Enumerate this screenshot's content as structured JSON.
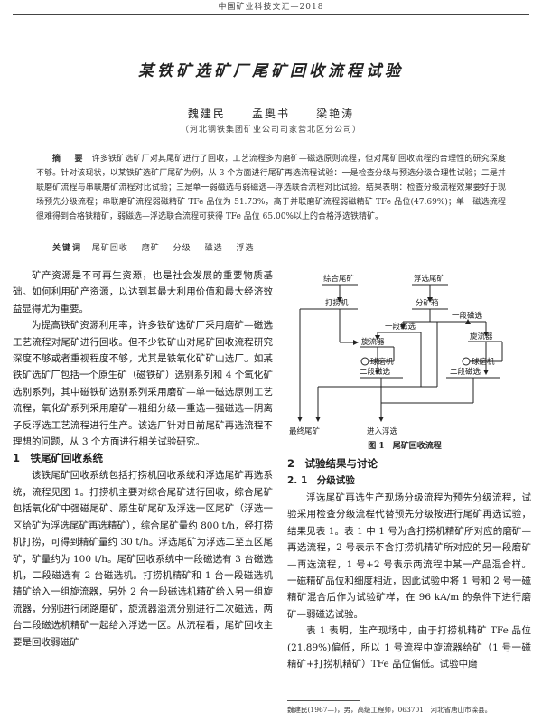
{
  "running_head": "中国矿业科技文汇—2018",
  "title": "某铁矿选矿厂尾矿回收流程试验",
  "authors": [
    "魏建民",
    "孟奥书",
    "梁艳涛"
  ],
  "affiliation": "（河北钢铁集团矿业公司司家营北区分公司）",
  "abstract": {
    "label": "摘 要",
    "text": "许多铁矿选矿厂对其尾矿进行了回收，工艺流程多为磨矿—磁选原则流程，但对尾矿回收流程的合理性的研究深度不够。针对该现状，以某铁矿选矿厂尾矿为例，从 3 个方面进行尾矿再选流程试验：一是检查分级与预选分级合理性试验；二是并联磨矿流程与串联磨矿流程对比试验；三是单一弱磁选与弱磁选—浮选联合流程对比试验。结果表明：检查分级流程效果要好于现场预先分级流程；串联磨矿流程弱磁精矿 TFe 品位为 51.73%，高于并联磨矿流程弱磁精矿 TFe 品位(47.69%)；单一磁选流程很难得到合格铁精矿，弱磁选—浮选联合流程可获得 TFe 品位 65.00%以上的合格浮选铁精矿。"
  },
  "keywords": {
    "label": "关键词",
    "items": [
      "尾矿回收",
      "磨矿",
      "分级",
      "磁选",
      "浮选"
    ]
  },
  "left_column": {
    "intro_p1": "矿产资源是不可再生资源，也是社会发展的重要物质基础。如何利用矿产资源，以达到其最大利用价值和最大经济效益显得尤为重要。",
    "intro_p2": "为提高铁矿资源利用率，许多铁矿选矿厂采用磨矿—磁选工艺流程对尾矿进行回收。但不少铁矿山对尾矿回收流程研究深度不够或者重视程度不够，尤其是铁氧化矿矿山选厂。如某铁矿选矿厂包括一个原生矿（磁铁矿）选别系列和 4 个氧化矿选别系列，其中磁铁矿选别系列采用磨矿—单一磁选原则工艺流程，氧化矿系列采用磨矿—粗细分级—重选—强磁选—阴离子反浮选工艺流程进行生产。该选厂针对目前尾矿再选流程不理想的问题，从 3 个方面进行相关试验研究。",
    "sec1_heading": "1　铁尾矿回收系统",
    "sec1_p1": "该铁尾矿回收系统包括打捞机回收系统和浮选尾矿再选系统，流程见图 1。打捞机主要对综合尾矿进行回收，综合尾矿包括氧化矿中强磁尾矿、原生矿尾矿及浮选一区尾矿（浮选一区给矿为浮选尾矿再选精矿），综合尾矿量约 800 t/h，经打捞机打捞，可得到精矿量约 30 t/h。浮选尾矿为浮选二至五区尾矿，矿量约为 100 t/h。尾矿回收系统中一段磁选有 3 台磁选机，二段磁选有 2 台磁选机。打捞机精矿和 1 台一段磁选机精矿给入一组旋流器，另外 2 台一段磁选机精矿给入另一组旋流器，分别进行闭路磨矿，旋流器溢流分别进行二次磁选，两台二段磁选机精矿一起给入浮选一区。从流程看，尾矿回收主要是回收弱磁矿"
  },
  "right_column": {
    "sec2_heading": "2　试验结果与讨论",
    "sec21_heading": "2. 1　分级试验",
    "sec21_p1": "浮选尾矿再选生产现场分级流程为预先分级流程，试验采用检查分级流程代替预先分级按进行尾矿再选试验，结果见表 1。表 1 中 1 号为含打捞机精矿所对应的磨矿—再选流程，2 号表示不含打捞机精矿所对应的另一段磨矿—再选流程，1 号+2 号表示两流程中某一产品混合样。一磁精矿品位和细度相近，因此试验中将 1 号和 2 号一磁精矿混合后作为试验矿样，在 96 kA/m 的条件下进行磨矿—弱磁选试验。",
    "sec21_p2": "表 1 表明，生产现场中，由于打捞机精矿 TFe 品位(21.89%)偏低，所以 1 号流程中旋流器给矿（1 号一磁精矿+打捞机精矿）TFe 品位偏低。试验中磨"
  },
  "figure": {
    "caption": "图 1　尾矿回收流程",
    "labels": {
      "combined_tailings": "综合尾矿",
      "flotation_tailings": "浮选尾矿",
      "dredger": "打捞机",
      "distribution_box": "分矿箱",
      "stage1_mag_left": "一段磁选",
      "stage1_mag_right": "一段磁选",
      "cyclone_left": "旋流器",
      "cyclone_right": "旋流器",
      "ball_mill_left": "球磨机",
      "ball_mill_right": "球磨机",
      "stage2_mag_left": "二段磁选",
      "stage2_mag_right": "二段磁选",
      "final_tailings": "最终尾矿",
      "to_flotation": "进入浮选"
    }
  },
  "footnote": "魏建民(1967—)，男，高级工程师，063701　河北省唐山市滦县。"
}
